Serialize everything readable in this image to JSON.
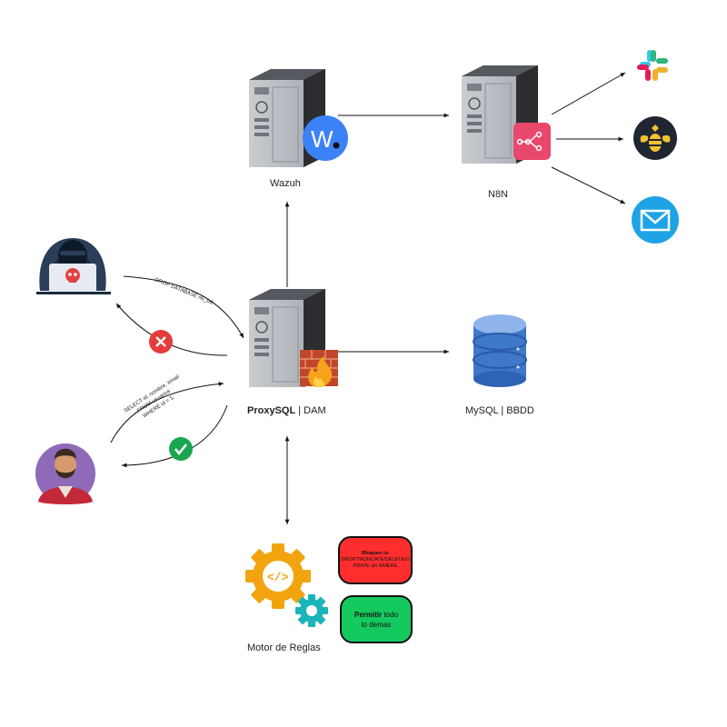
{
  "nodes": {
    "wazuh": {
      "label": "Wazuh",
      "badge": "W"
    },
    "n8n": {
      "label": "N8N"
    },
    "proxysql": {
      "label_bold": "ProxySQL",
      "label_rest": " | DAM"
    },
    "mysql": {
      "label": "MySQL | BBDD"
    },
    "rules_engine": {
      "label": "Motor de Reglas"
    }
  },
  "queries": {
    "malicious": "DROP DATABASE mi_bd;",
    "legit_lines": [
      "SELECT id, nombre, email",
      "FROM usuarios",
      "WHERE id = 1;"
    ]
  },
  "rules": {
    "block": {
      "bold": "Bloqueo",
      "rest": " de DROP/TRUNCATE/DELETE/U PDATE sin WHERE"
    },
    "allow": {
      "bold": "Permitir",
      "rest": " todo lo demas"
    }
  },
  "colors": {
    "block": "#ff2e2e",
    "allow": "#14c95e",
    "wazuh_badge": "#3b82f6",
    "n8n_badge": "#e8486b",
    "email": "#1fa3e6",
    "deny_icon": "#e53b3b",
    "accept_icon": "#1aa64f"
  },
  "icons": {
    "outputs": [
      "slack-icon",
      "thehive-icon",
      "email-icon"
    ]
  }
}
